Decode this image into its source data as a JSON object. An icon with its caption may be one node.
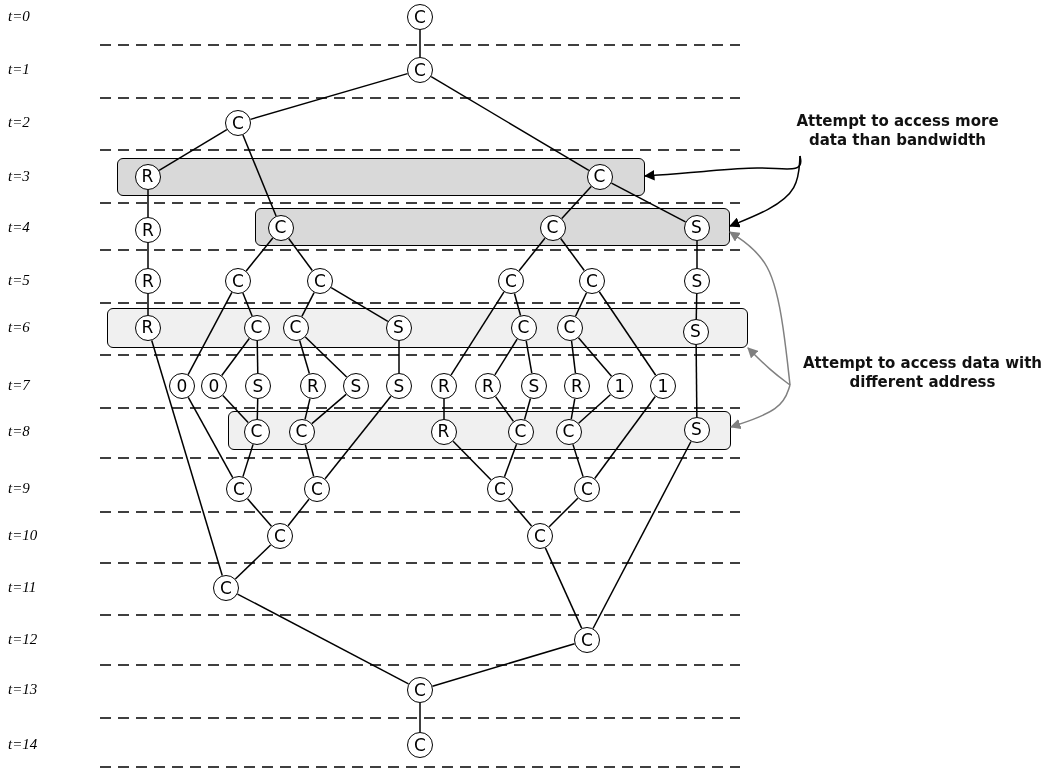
{
  "diagram": {
    "nodes": [
      {
        "text": [
          "C"
        ]
      },
      {
        "text": [
          "C"
        ]
      },
      {
        "text": [
          "C"
        ]
      },
      {
        "text": [],
        "shape": "box"
      },
      {
        "text": [
          "R"
        ],
        "in": 3
      },
      {
        "text": [
          "C"
        ],
        "in": 3
      },
      {
        "text": [
          "R"
        ]
      },
      {
        "text": [],
        "shape": "box"
      },
      {
        "text": [
          "C"
        ],
        "in": 7
      },
      {
        "text": [
          "C"
        ],
        "in": 7
      },
      {
        "text": [
          "S"
        ],
        "in": 7
      },
      {
        "text": [
          "R"
        ]
      },
      {
        "text": [
          "C"
        ]
      },
      {
        "text": [
          "C"
        ]
      },
      {
        "text": [
          "C"
        ]
      },
      {
        "text": [
          "C"
        ]
      },
      {
        "text": [
          "S"
        ]
      },
      {
        "text": [],
        "shape": "box"
      },
      {
        "text": [
          "R"
        ],
        "in": 17
      },
      {
        "text": [
          "C"
        ],
        "in": 17
      },
      {
        "text": [
          "C"
        ],
        "in": 17
      },
      {
        "text": [
          "S"
        ],
        "in": 17
      },
      {
        "text": [
          "C"
        ],
        "in": 17
      },
      {
        "text": [
          "C"
        ],
        "in": 17
      },
      {
        "text": [
          "S"
        ],
        "in": 17
      },
      {
        "text": [
          "0"
        ]
      },
      {
        "text": [
          "0"
        ]
      },
      {
        "text": [
          "S"
        ]
      },
      {
        "text": [
          "R"
        ]
      },
      {
        "text": [
          "S"
        ]
      },
      {
        "text": [
          "S"
        ]
      },
      {
        "text": [
          "R"
        ]
      },
      {
        "text": [
          "R"
        ]
      },
      {
        "text": [
          "S"
        ]
      },
      {
        "text": [
          "R"
        ]
      },
      {
        "text": [
          "1"
        ]
      },
      {
        "text": [
          "1"
        ]
      },
      {
        "text": [],
        "shape": "box"
      },
      {
        "text": [
          "C"
        ],
        "in": 37
      },
      {
        "text": [
          "C"
        ],
        "in": 37
      },
      {
        "text": [
          "R"
        ],
        "in": 37
      },
      {
        "text": [
          "C"
        ],
        "in": 37
      },
      {
        "text": [
          "C"
        ],
        "in": 37
      },
      {
        "text": [
          "S"
        ],
        "in": 37
      },
      {
        "text": [
          "C"
        ]
      },
      {
        "text": [
          "C"
        ]
      },
      {
        "text": [
          "C"
        ]
      },
      {
        "text": [
          "C"
        ]
      },
      {
        "text": [
          "C"
        ]
      },
      {
        "text": [
          "C"
        ]
      },
      {
        "text": [
          "C"
        ]
      },
      {
        "text": [
          "C"
        ]
      },
      {
        "text": [
          "C"
        ]
      },
      {
        "text": [
          "C"
        ]
      },
      {
        "text": [
          "Attempt to access more data than bandwidth"
        ]
      },
      {
        "text": [
          "Attempt to access data with different address"
        ]
      }
    ],
    "edges": [
      {
        "from": 0,
        "to": 1,
        "arrow": "none"
      },
      {
        "from": 1,
        "to": 2,
        "arrow": "none"
      },
      {
        "from": 1,
        "to": 5,
        "arrow": "none"
      },
      {
        "from": 2,
        "to": 4,
        "arrow": "none"
      },
      {
        "from": 2,
        "to": 8,
        "arrow": "none"
      },
      {
        "from": 4,
        "to": 6,
        "arrow": "none"
      },
      {
        "from": 5,
        "to": 9,
        "arrow": "none"
      },
      {
        "from": 5,
        "to": 10,
        "arrow": "none"
      },
      {
        "from": 6,
        "to": 11,
        "arrow": "none"
      },
      {
        "from": 8,
        "to": 12,
        "arrow": "none"
      },
      {
        "from": 8,
        "to": 13,
        "arrow": "none"
      },
      {
        "from": 9,
        "to": 14,
        "arrow": "none"
      },
      {
        "from": 9,
        "to": 15,
        "arrow": "none"
      },
      {
        "from": 10,
        "to": 16,
        "arrow": "none"
      },
      {
        "from": 11,
        "to": 18,
        "arrow": "none"
      },
      {
        "from": 12,
        "to": 25,
        "arrow": "none"
      },
      {
        "from": 12,
        "to": 19,
        "arrow": "none"
      },
      {
        "from": 13,
        "to": 20,
        "arrow": "none"
      },
      {
        "from": 13,
        "to": 21,
        "arrow": "none"
      },
      {
        "from": 14,
        "to": 31,
        "arrow": "none"
      },
      {
        "from": 14,
        "to": 22,
        "arrow": "none"
      },
      {
        "from": 15,
        "to": 23,
        "arrow": "none"
      },
      {
        "from": 15,
        "to": 36,
        "arrow": "none"
      },
      {
        "from": 16,
        "to": 24,
        "arrow": "none"
      },
      {
        "from": 18,
        "to": 50,
        "arrow": "none"
      },
      {
        "from": 19,
        "to": 26,
        "arrow": "none"
      },
      {
        "from": 19,
        "to": 27,
        "arrow": "none"
      },
      {
        "from": 20,
        "to": 28,
        "arrow": "none"
      },
      {
        "from": 20,
        "to": 29,
        "arrow": "none"
      },
      {
        "from": 21,
        "to": 30,
        "arrow": "none"
      },
      {
        "from": 22,
        "to": 32,
        "arrow": "none"
      },
      {
        "from": 22,
        "to": 33,
        "arrow": "none"
      },
      {
        "from": 23,
        "to": 34,
        "arrow": "none"
      },
      {
        "from": 23,
        "to": 35,
        "arrow": "none"
      },
      {
        "from": 24,
        "to": 43,
        "arrow": "none"
      },
      {
        "from": 25,
        "to": 44,
        "arrow": "none"
      },
      {
        "from": 26,
        "to": 38,
        "arrow": "none"
      },
      {
        "from": 27,
        "to": 38,
        "arrow": "none"
      },
      {
        "from": 28,
        "to": 39,
        "arrow": "none"
      },
      {
        "from": 29,
        "to": 39,
        "arrow": "none"
      },
      {
        "from": 30,
        "to": 45,
        "arrow": "none"
      },
      {
        "from": 31,
        "to": 40,
        "arrow": "none"
      },
      {
        "from": 32,
        "to": 41,
        "arrow": "none"
      },
      {
        "from": 33,
        "to": 41,
        "arrow": "none"
      },
      {
        "from": 34,
        "to": 42,
        "arrow": "none"
      },
      {
        "from": 35,
        "to": 42,
        "arrow": "none"
      },
      {
        "from": 36,
        "to": 47,
        "arrow": "none"
      },
      {
        "from": 38,
        "to": 44,
        "arrow": "none"
      },
      {
        "from": 39,
        "to": 45,
        "arrow": "none"
      },
      {
        "from": 40,
        "to": 46,
        "arrow": "none"
      },
      {
        "from": 41,
        "to": 46,
        "arrow": "none"
      },
      {
        "from": 42,
        "to": 47,
        "arrow": "none"
      },
      {
        "from": 43,
        "to": 51,
        "arrow": "none"
      },
      {
        "from": 44,
        "to": 48,
        "arrow": "none"
      },
      {
        "from": 45,
        "to": 48,
        "arrow": "none"
      },
      {
        "from": 46,
        "to": 49,
        "arrow": "none"
      },
      {
        "from": 47,
        "to": 49,
        "arrow": "none"
      },
      {
        "from": 48,
        "to": 50,
        "arrow": "none"
      },
      {
        "from": 49,
        "to": 51,
        "arrow": "none"
      },
      {
        "from": 50,
        "to": 52,
        "arrow": "none"
      },
      {
        "from": 51,
        "to": 52,
        "arrow": "none"
      },
      {
        "from": 52,
        "to": 53,
        "arrow": "none"
      },
      {
        "from": 54,
        "to": 3,
        "arrow": "to"
      },
      {
        "from": 54,
        "to": 7,
        "arrow": "to"
      },
      {
        "from": 55,
        "to": 7,
        "arrow": "to",
        "color": "#808080"
      },
      {
        "from": 55,
        "to": 17,
        "arrow": "to",
        "color": "#808080"
      },
      {
        "from": 55,
        "to": 37,
        "arrow": "to",
        "color": "#808080"
      }
    ],
    "labels": [
      "t=0",
      "t=1",
      "t=2",
      "t=3",
      "t=4",
      "t=5",
      "t=6",
      "t=7",
      "t=8",
      "t=9",
      "t=10",
      "t=11",
      "t=12",
      "t=13",
      "t=14"
    ]
  }
}
